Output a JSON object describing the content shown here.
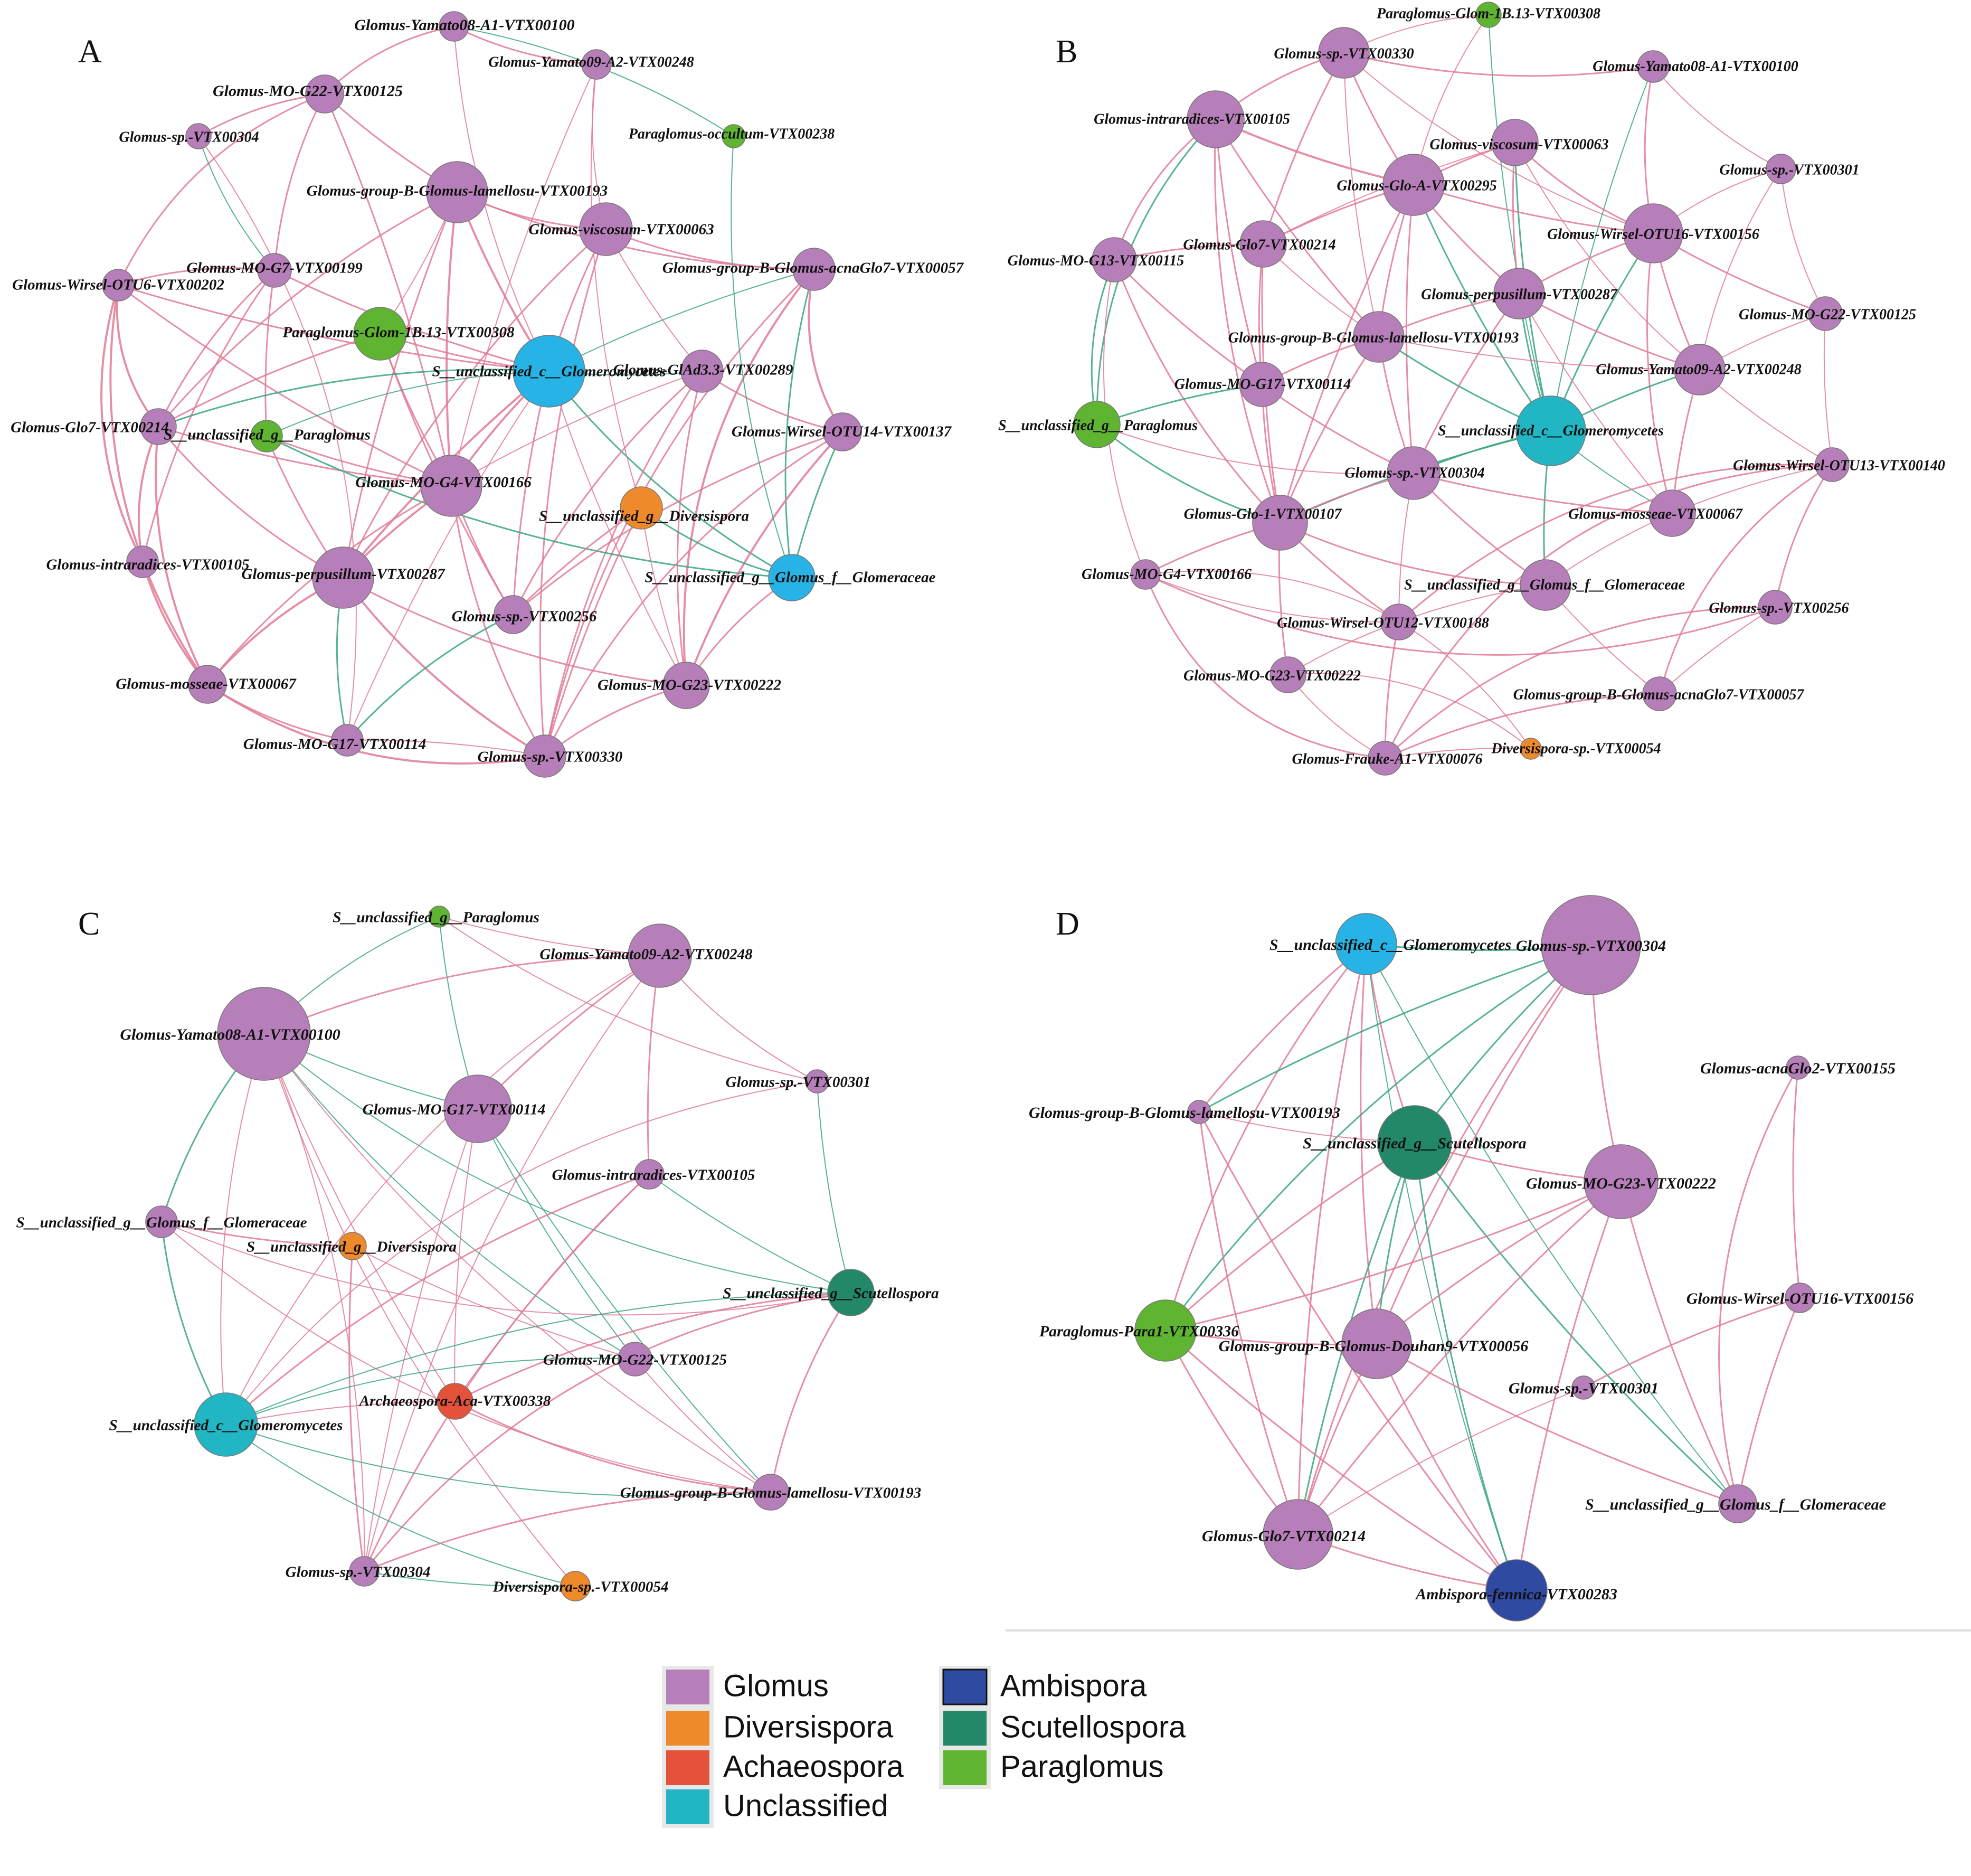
{
  "colors": {
    "Glomus": "#b77fb9",
    "Diversispora": "#ef8a2c",
    "Achaeospora": "#e4523c",
    "Unclassified": "#22b6c4",
    "Ambispora": "#2f4aa0",
    "Scutellospora": "#23876a",
    "Paraglomus": "#5fb432",
    "Unclassified_bright": "#27b3e6",
    "positive_edge": "#e07a95",
    "negative_edge": "#3aa67e"
  },
  "legend": [
    {
      "key": "Glomus",
      "label": "Glomus"
    },
    {
      "key": "Diversispora",
      "label": "Diversispora"
    },
    {
      "key": "Achaeospora",
      "label": "Achaeospora"
    },
    {
      "key": "Unclassified",
      "label": "Unclassified"
    },
    {
      "key": "Ambispora",
      "label": "Ambispora"
    },
    {
      "key": "Scutellospora",
      "label": "Scutellospora"
    },
    {
      "key": "Paraglomus",
      "label": "Paraglomus"
    }
  ],
  "panels": [
    {
      "letter": "A",
      "nodes": [
        {
          "id": "a1",
          "label": "Glomus-Yamato08-A1-VTX00100",
          "genus": "Glomus"
        },
        {
          "id": "a2",
          "label": "Glomus-Yamato09-A2-VTX00248",
          "genus": "Glomus"
        },
        {
          "id": "a3",
          "label": "Glomus-MO-G22-VTX00125",
          "genus": "Glomus"
        },
        {
          "id": "a4",
          "label": "Glomus-sp.-VTX00304",
          "genus": "Glomus"
        },
        {
          "id": "a5",
          "label": "Paraglomus-occultum-VTX00238",
          "genus": "Paraglomus"
        },
        {
          "id": "a6",
          "label": "Glomus-group-B-Glomus-lamellosu-VTX00193",
          "genus": "Glomus"
        },
        {
          "id": "a7",
          "label": "Glomus-viscosum-VTX00063",
          "genus": "Glomus"
        },
        {
          "id": "a8",
          "label": "Glomus-MO-G7-VTX00199",
          "genus": "Glomus"
        },
        {
          "id": "a9",
          "label": "Glomus-group-B-Glomus-acnaGlo7-VTX00057",
          "genus": "Glomus"
        },
        {
          "id": "a10",
          "label": "Glomus-Wirsel-OTU6-VTX00202",
          "genus": "Glomus"
        },
        {
          "id": "a11",
          "label": "Paraglomus-Glom-1B.13-VTX00308",
          "genus": "Paraglomus"
        },
        {
          "id": "a12",
          "label": "S__unclassified_c__Glomeromycetes",
          "genus": "Unclassified_bright"
        },
        {
          "id": "a13",
          "label": "Glomus-GlAd3.3-VTX00289",
          "genus": "Glomus"
        },
        {
          "id": "a14",
          "label": "Glomus-Glo7-VTX00214",
          "genus": "Glomus"
        },
        {
          "id": "a15",
          "label": "S__unclassified_g__Paraglomus",
          "genus": "Paraglomus"
        },
        {
          "id": "a16",
          "label": "Glomus-Wirsel-OTU14-VTX00137",
          "genus": "Glomus"
        },
        {
          "id": "a17",
          "label": "Glomus-MO-G4-VTX00166",
          "genus": "Glomus"
        },
        {
          "id": "a18",
          "label": "S__unclassified_g__Diversispora",
          "genus": "Diversispora"
        },
        {
          "id": "a19",
          "label": "Glomus-intraradices-VTX00105",
          "genus": "Glomus"
        },
        {
          "id": "a20",
          "label": "Glomus-perpusillum-VTX00287",
          "genus": "Glomus"
        },
        {
          "id": "a21",
          "label": "S__unclassified_g__Glomus_f__Glomeraceae",
          "genus": "Unclassified_bright"
        },
        {
          "id": "a22",
          "label": "Glomus-sp.-VTX00256",
          "genus": "Glomus"
        },
        {
          "id": "a23",
          "label": "Glomus-mosseae-VTX00067",
          "genus": "Glomus"
        },
        {
          "id": "a24",
          "label": "Glomus-MO-G23-VTX00222",
          "genus": "Glomus"
        },
        {
          "id": "a25",
          "label": "Glomus-MO-G17-VTX00114",
          "genus": "Glomus"
        },
        {
          "id": "a26",
          "label": "Glomus-sp.-VTX00330",
          "genus": "Glomus"
        }
      ]
    },
    {
      "letter": "B",
      "nodes": [
        {
          "id": "b1",
          "label": "Paraglomus-Glom-1B.13-VTX00308",
          "genus": "Paraglomus"
        },
        {
          "id": "b2",
          "label": "Glomus-sp.-VTX00330",
          "genus": "Glomus"
        },
        {
          "id": "b3",
          "label": "Glomus-Yamato08-A1-VTX00100",
          "genus": "Glomus"
        },
        {
          "id": "b4",
          "label": "Glomus-intraradices-VTX00105",
          "genus": "Glomus"
        },
        {
          "id": "b5",
          "label": "Glomus-viscosum-VTX00063",
          "genus": "Glomus"
        },
        {
          "id": "b6",
          "label": "Glomus-sp.-VTX00301",
          "genus": "Glomus"
        },
        {
          "id": "b7",
          "label": "Glomus-Glo-A-VTX00295",
          "genus": "Glomus"
        },
        {
          "id": "b8",
          "label": "Glomus-Glo7-VTX00214",
          "genus": "Glomus"
        },
        {
          "id": "b9",
          "label": "Glomus-Wirsel-OTU16-VTX00156",
          "genus": "Glomus"
        },
        {
          "id": "b10",
          "label": "Glomus-MO-G13-VTX00115",
          "genus": "Glomus"
        },
        {
          "id": "b11",
          "label": "Glomus-perpusillum-VTX00287",
          "genus": "Glomus"
        },
        {
          "id": "b12",
          "label": "Glomus-MO-G22-VTX00125",
          "genus": "Glomus"
        },
        {
          "id": "b13",
          "label": "Glomus-group-B-Glomus-lamellosu-VTX00193",
          "genus": "Glomus"
        },
        {
          "id": "b14",
          "label": "Glomus-Yamato09-A2-VTX00248",
          "genus": "Glomus"
        },
        {
          "id": "b15",
          "label": "Glomus-MO-G17-VTX00114",
          "genus": "Glomus"
        },
        {
          "id": "b16",
          "label": "S__unclassified_g__Paraglomus",
          "genus": "Paraglomus"
        },
        {
          "id": "b17",
          "label": "S__unclassified_c__Glomeromycetes",
          "genus": "Unclassified"
        },
        {
          "id": "b18",
          "label": "Glomus-sp.-VTX00304",
          "genus": "Glomus"
        },
        {
          "id": "b19",
          "label": "Glomus-Wirsel-OTU13-VTX00140",
          "genus": "Glomus"
        },
        {
          "id": "b20",
          "label": "Glomus-Glo-1-VTX00107",
          "genus": "Glomus"
        },
        {
          "id": "b21",
          "label": "Glomus-mosseae-VTX00067",
          "genus": "Glomus"
        },
        {
          "id": "b22",
          "label": "Glomus-MO-G4-VTX00166",
          "genus": "Glomus"
        },
        {
          "id": "b23",
          "label": "S__unclassified_g__Glomus_f__Glomeraceae",
          "genus": "Glomus"
        },
        {
          "id": "b24",
          "label": "Glomus-sp.-VTX00256",
          "genus": "Glomus"
        },
        {
          "id": "b25",
          "label": "Glomus-Wirsel-OTU12-VTX00188",
          "genus": "Glomus"
        },
        {
          "id": "b26",
          "label": "Glomus-MO-G23-VTX00222",
          "genus": "Glomus"
        },
        {
          "id": "b27",
          "label": "Glomus-group-B-Glomus-acnaGlo7-VTX00057",
          "genus": "Glomus"
        },
        {
          "id": "b28",
          "label": "Diversispora-sp.-VTX00054",
          "genus": "Diversispora"
        },
        {
          "id": "b29",
          "label": "Glomus-Frauke-A1-VTX00076",
          "genus": "Glomus"
        }
      ]
    },
    {
      "letter": "C",
      "nodes": [
        {
          "id": "c1",
          "label": "S__unclassified_g__Paraglomus",
          "genus": "Paraglomus"
        },
        {
          "id": "c2",
          "label": "Glomus-Yamato09-A2-VTX00248",
          "genus": "Glomus"
        },
        {
          "id": "c3",
          "label": "Glomus-Yamato08-A1-VTX00100",
          "genus": "Glomus"
        },
        {
          "id": "c4",
          "label": "Glomus-sp.-VTX00301",
          "genus": "Glomus"
        },
        {
          "id": "c5",
          "label": "Glomus-MO-G17-VTX00114",
          "genus": "Glomus"
        },
        {
          "id": "c6",
          "label": "Glomus-intraradices-VTX00105",
          "genus": "Glomus"
        },
        {
          "id": "c7",
          "label": "S__unclassified_g__Glomus_f__Glomeraceae",
          "genus": "Glomus"
        },
        {
          "id": "c8",
          "label": "S__unclassified_g__Diversispora",
          "genus": "Diversispora"
        },
        {
          "id": "c9",
          "label": "S__unclassified_g__Scutellospora",
          "genus": "Scutellospora"
        },
        {
          "id": "c10",
          "label": "Glomus-MO-G22-VTX00125",
          "genus": "Glomus"
        },
        {
          "id": "c11",
          "label": "Archaeospora-Aca-VTX00338",
          "genus": "Achaeospora"
        },
        {
          "id": "c12",
          "label": "S__unclassified_c__Glomeromycetes",
          "genus": "Unclassified"
        },
        {
          "id": "c13",
          "label": "Glomus-group-B-Glomus-lamellosu-VTX00193",
          "genus": "Glomus"
        },
        {
          "id": "c14",
          "label": "Glomus-sp.-VTX00304",
          "genus": "Glomus"
        },
        {
          "id": "c15",
          "label": "Diversispora-sp.-VTX00054",
          "genus": "Diversispora"
        }
      ]
    },
    {
      "letter": "D",
      "nodes": [
        {
          "id": "d1",
          "label": "S__unclassified_c__Glomeromycetes",
          "genus": "Unclassified_bright"
        },
        {
          "id": "d2",
          "label": "Glomus-sp.-VTX00304",
          "genus": "Glomus"
        },
        {
          "id": "d3",
          "label": "Glomus-acnaGlo2-VTX00155",
          "genus": "Glomus"
        },
        {
          "id": "d4",
          "label": "Glomus-group-B-Glomus-lamellosu-VTX00193",
          "genus": "Glomus"
        },
        {
          "id": "d5",
          "label": "S__unclassified_g__Scutellospora",
          "genus": "Scutellospora"
        },
        {
          "id": "d6",
          "label": "Glomus-MO-G23-VTX00222",
          "genus": "Glomus"
        },
        {
          "id": "d7",
          "label": "Glomus-Wirsel-OTU16-VTX00156",
          "genus": "Glomus"
        },
        {
          "id": "d8",
          "label": "Paraglomus-Para1-VTX00336",
          "genus": "Paraglomus"
        },
        {
          "id": "d9",
          "label": "Glomus-group-B-Glomus-Douhan9-VTX00056",
          "genus": "Glomus"
        },
        {
          "id": "d10",
          "label": "Glomus-sp.-VTX00301",
          "genus": "Glomus"
        },
        {
          "id": "d11",
          "label": "S__unclassified_g__Glomus_f__Glomeraceae",
          "genus": "Glomus"
        },
        {
          "id": "d12",
          "label": "Glomus-Glo7-VTX00214",
          "genus": "Glomus"
        },
        {
          "id": "d13",
          "label": "Ambispora-fennica-VTX00283",
          "genus": "Ambispora"
        }
      ]
    }
  ]
}
